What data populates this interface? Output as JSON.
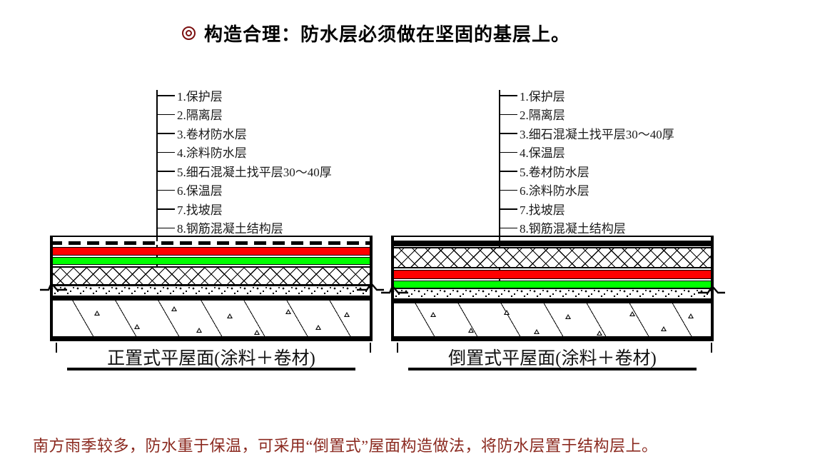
{
  "title": {
    "bullet_icon": "double-circle-bullet",
    "text": "构造合理：防水层必须做在坚固的基层上。",
    "bullet_color": "#7b0f0f"
  },
  "diagrams": [
    {
      "id": "conventional-flat-roof",
      "caption": "正置式平屋面(涂料＋卷材)",
      "legend": [
        {
          "num": "1.",
          "label": "1.保护层"
        },
        {
          "num": "2.",
          "label": "2.隔离层"
        },
        {
          "num": "3.",
          "label": "3.卷材防水层"
        },
        {
          "num": "4.",
          "label": "4.涂料防水层"
        },
        {
          "num": "5.",
          "label": "5.细石混凝土找平层30～40厚"
        },
        {
          "num": "6.",
          "label": "6.保温层"
        },
        {
          "num": "7.",
          "label": "7.找坡层"
        },
        {
          "num": "8.",
          "label": "8.钢筋混凝土结构层"
        }
      ]
    },
    {
      "id": "inverted-flat-roof",
      "caption": "倒置式平屋面(涂料＋卷材)",
      "legend": [
        {
          "num": "1.",
          "label": "1.保护层"
        },
        {
          "num": "2.",
          "label": "2.隔离层"
        },
        {
          "num": "3.",
          "label": "3.细石混凝土找平层30～40厚"
        },
        {
          "num": "4.",
          "label": "4.保温层"
        },
        {
          "num": "5.",
          "label": "5.卷材防水层"
        },
        {
          "num": "6.",
          "label": "6.涂料防水层"
        },
        {
          "num": "7.",
          "label": "7.找坡层"
        },
        {
          "num": "8.",
          "label": "8.钢筋混凝土结构层"
        }
      ]
    }
  ],
  "note": {
    "text": "南方雨季较多，防水重于保温，可采用“倒置式”屋面构造做法，将防水层置于结构层上。",
    "color": "#8b2a20"
  },
  "colors": {
    "waterproof_sheet": "#ff0000",
    "waterproof_coating": "#00ff00",
    "line": "#000000",
    "background": "#ffffff"
  }
}
